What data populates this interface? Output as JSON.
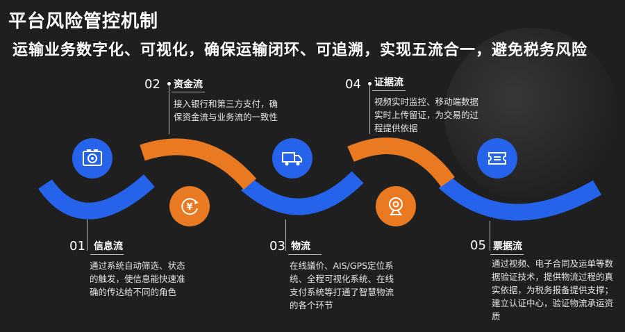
{
  "header": {
    "title": "平台风险管控机制",
    "subtitle": "运输业务数字化、可视化，确保运输闭环、可追溯，实现五流合一，避免税务风险"
  },
  "steps": [
    {
      "num": "01",
      "label": "信息流",
      "desc": "通过系统自动筛选、状态的触发，使信息能快速准确的传达给不同的角色",
      "icon": "camera-icon",
      "color": "#2563eb"
    },
    {
      "num": "02",
      "label": "资金流",
      "desc": "接入银行和第三方支付，确保资金流与业务流的一致性",
      "icon": "yen-cycle-icon",
      "color": "#ea7a22"
    },
    {
      "num": "03",
      "label": "物流",
      "desc": "在线議价、AIS/GPS定位系统、全程可视化系统、在线支付系统等打通了智慧物流的各个环节",
      "icon": "truck-icon",
      "color": "#2563eb"
    },
    {
      "num": "04",
      "label": "证据流",
      "desc": "视频实时监控、移动端数据实时上传留证，为交易的过程提供依据",
      "icon": "webcam-icon",
      "color": "#ea7a22"
    },
    {
      "num": "05",
      "label": "票据流",
      "desc": "通过视频、电子合同及运单等数据验证技术，提供物流过程的真实依据，为税务报备提供支撑；建立认证中心，验证物流承运资质",
      "icon": "ticket-icon",
      "color": "#2563eb"
    }
  ]
}
